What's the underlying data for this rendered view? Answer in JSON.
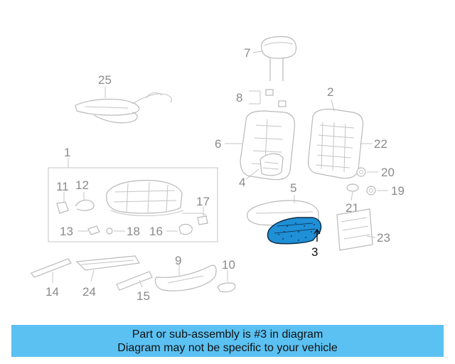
{
  "highlight_color": "#1f8fd6",
  "banner_color": "#5bc1f2",
  "callouts": {
    "p1": "1",
    "p2": "2",
    "p3": "3",
    "p4": "4",
    "p5": "5",
    "p6": "6",
    "p7": "7",
    "p8": "8",
    "p9": "9",
    "p10": "10",
    "p11": "11",
    "p12": "12",
    "p13": "13",
    "p14": "14",
    "p15": "15",
    "p16": "16",
    "p17": "17",
    "p18": "18",
    "p19": "19",
    "p20": "20",
    "p21": "21",
    "p22": "22",
    "p23": "23",
    "p24": "24",
    "p25": "25"
  },
  "banner": {
    "line1": "Part or sub-assembly is #3 in diagram",
    "line2": "Diagram may not be specific to your vehicle"
  }
}
